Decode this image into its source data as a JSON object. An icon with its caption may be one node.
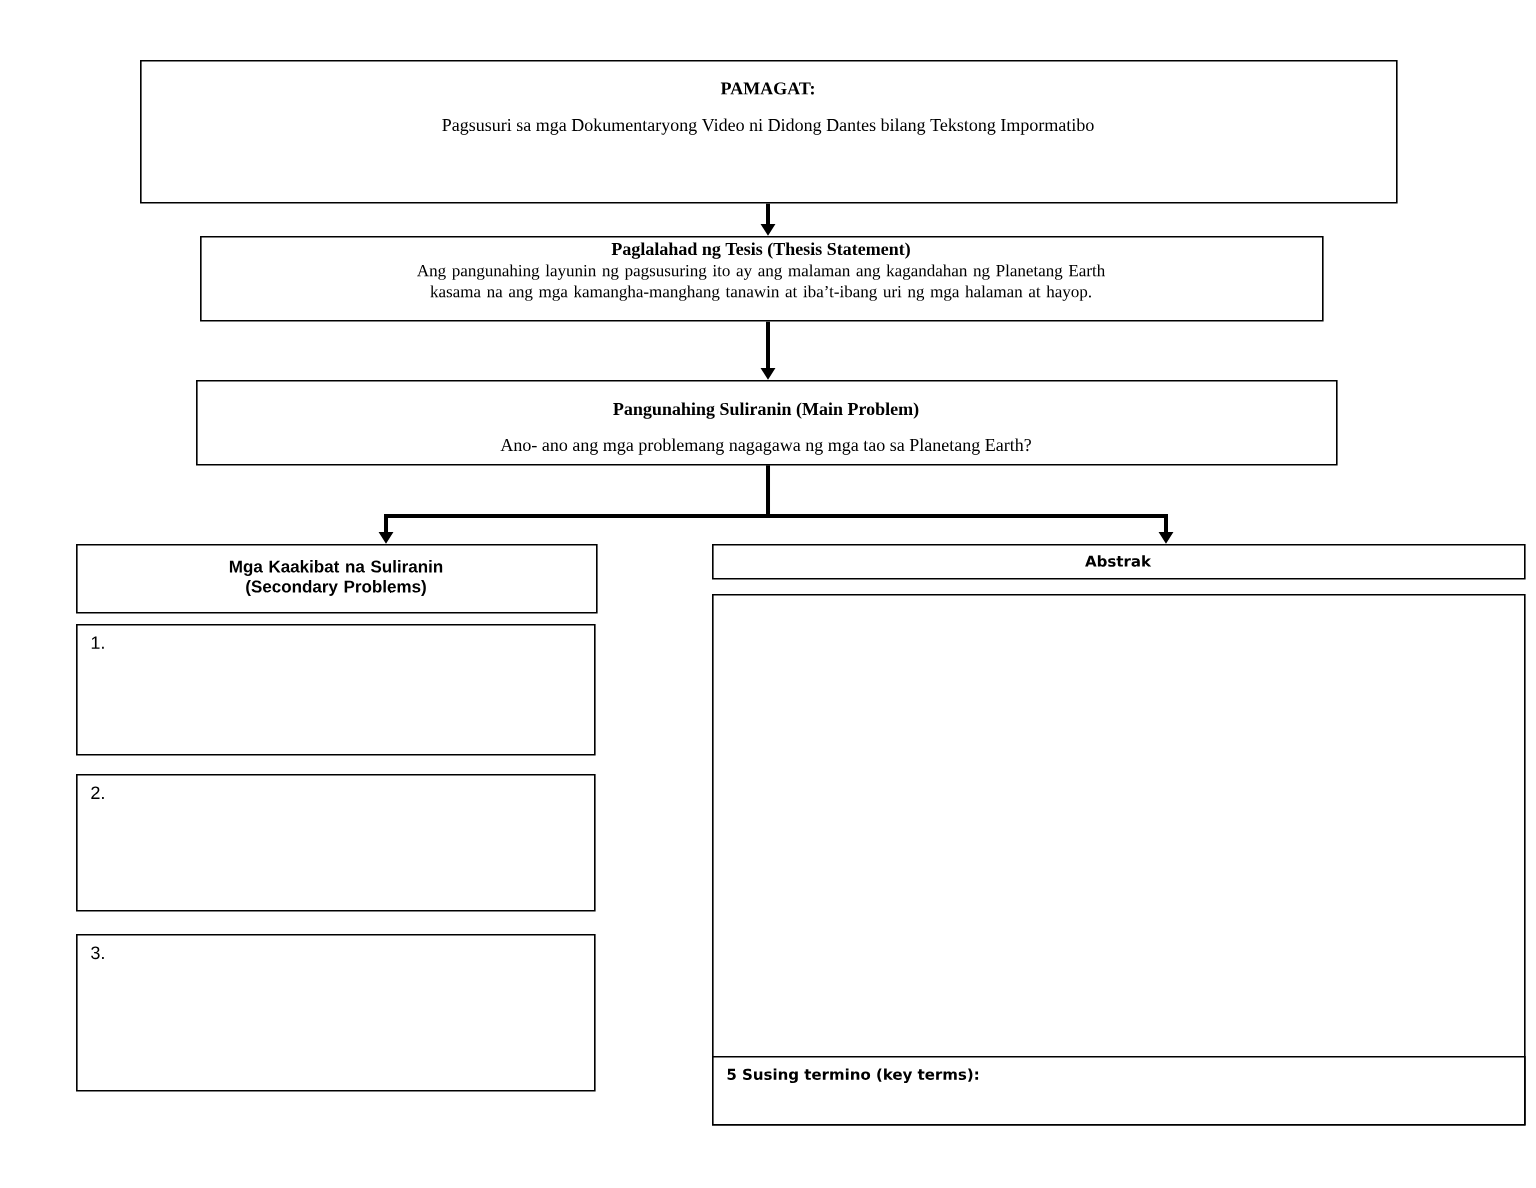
{
  "diagram": {
    "nodes": [
      {
        "text": [
          "PAMAGAT:",
          "Pagsusuri sa mga Dokumentaryong Video ni Didong Dantes bilang Tekstong Impormatibo"
        ]
      },
      {
        "text": [
          "Paglalahad ng Tesis (Thesis Statement)",
          "Ang pangunahing layunin ng pagsusuring ito ay ang malaman ang kagandahan ng Planetang Earth kasama na ang mga kamangha-manghang tanawin at iba’t-ibang uri ng mga halaman at hayop."
        ]
      },
      {
        "text": [
          "Pangunahing Suliranin (Main Problem)",
          "Ano- ano ang mga problemang nagagawa ng mga tao sa Planetang Earth?"
        ]
      },
      {
        "text": [
          "Mga Kaakibat na Suliranin (Secondary Problems)"
        ]
      },
      {
        "text": [
          "1."
        ]
      },
      {
        "text": [
          "2."
        ]
      },
      {
        "text": [
          "3."
        ]
      },
      {
        "text": [
          "Abstrak"
        ]
      },
      {
        "text": [],
        "shape": "box"
      },
      {
        "text": [
          "5 Susing termino (key terms):"
        ],
        "in": 8
      }
    ],
    "edges": [
      {
        "from": 0,
        "to": 1,
        "arrow": "to"
      },
      {
        "from": 1,
        "to": 2,
        "arrow": "to"
      },
      {
        "from": 2,
        "to": 3,
        "arrow": "to"
      },
      {
        "from": 2,
        "to": 7,
        "arrow": "to"
      }
    ]
  }
}
